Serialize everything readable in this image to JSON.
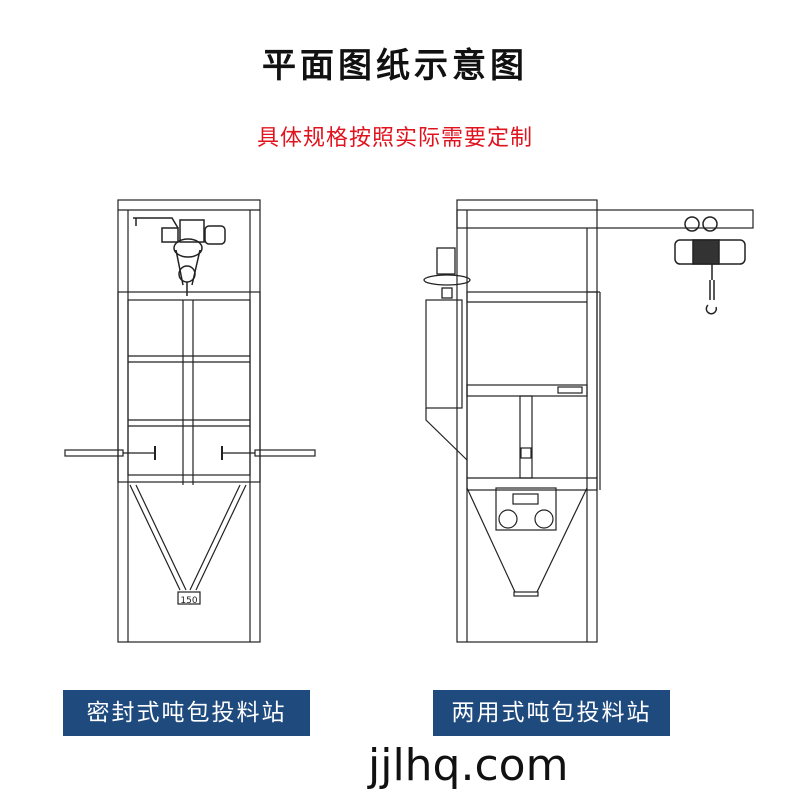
{
  "title": "平面图纸示意图",
  "subtitle": "具体规格按照实际需要定制",
  "drawings": [
    {
      "label": "密封式吨包投料站",
      "dimension": "150"
    },
    {
      "label": "两用式吨包投料站"
    }
  ],
  "watermark": "jjlhq.com",
  "colors": {
    "label_bg": "#1f4a7e",
    "subtitle": "#e0141e"
  }
}
